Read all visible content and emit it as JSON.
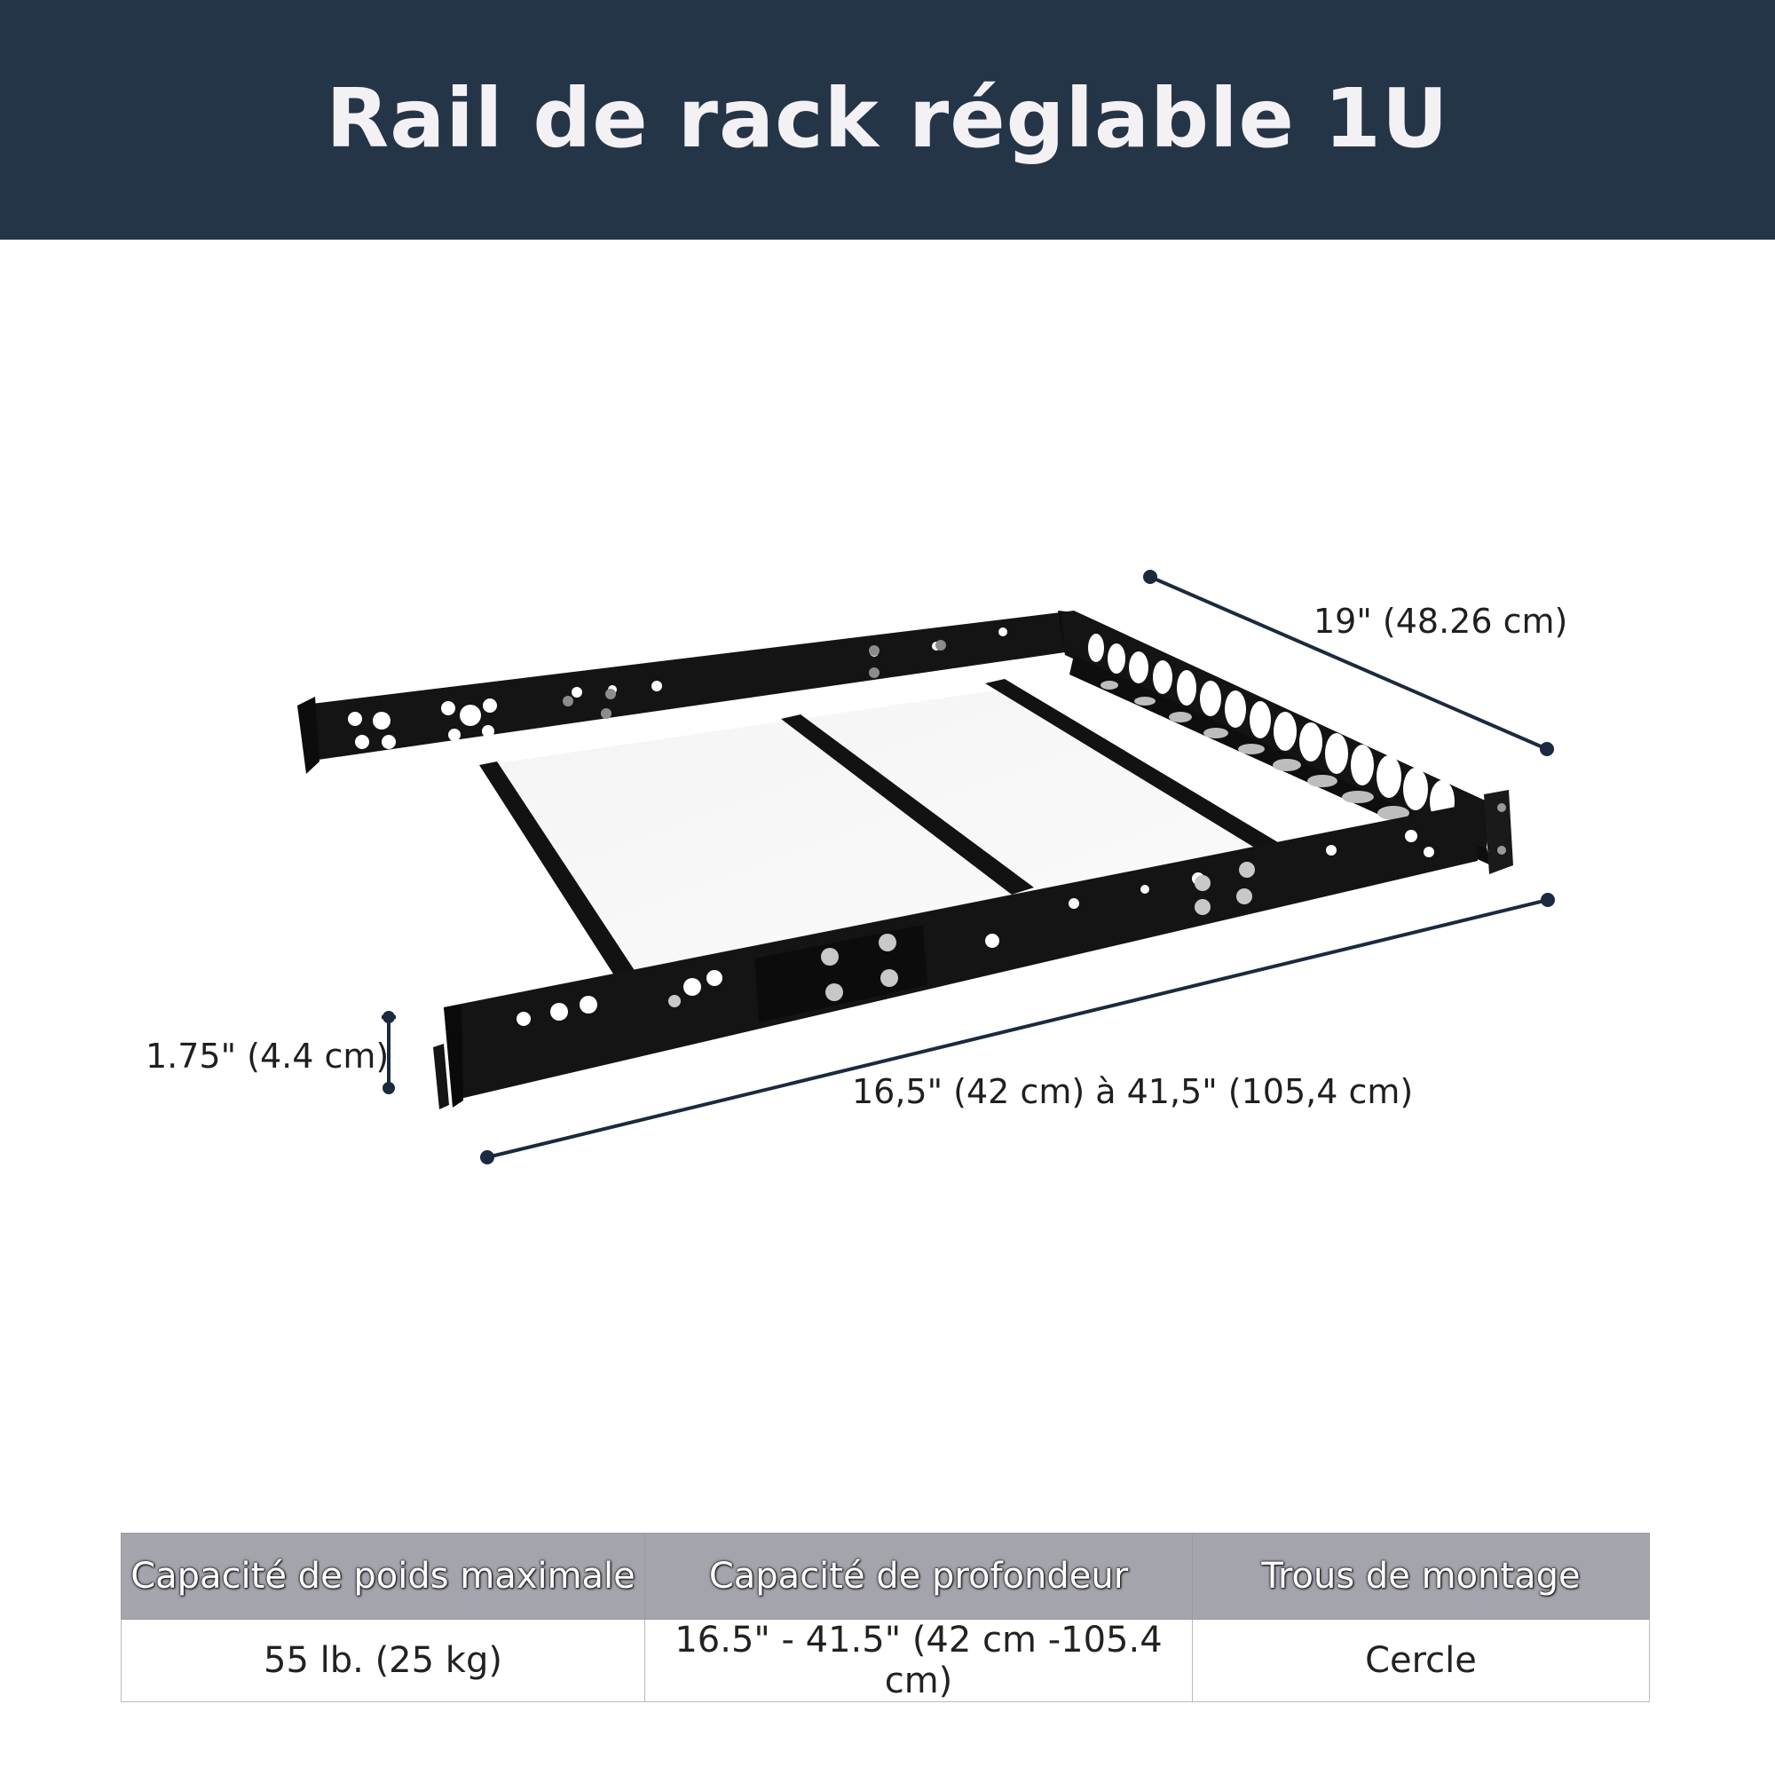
{
  "header": {
    "title": "Rail de rack réglable 1U",
    "background": "#253548"
  },
  "dimensions": {
    "width": "19\" (48.26 cm)",
    "height": "1.75\" (4.4 cm)",
    "depth": "16,5\" (42 cm) à 41,5\" (105,4 cm)",
    "line_color": "#1b2a3e"
  },
  "product": {
    "name": "rack-rail-frame",
    "color": "#141414"
  },
  "specs": {
    "headers": [
      "Capacité de poids maximale",
      "Capacité de profondeur",
      "Trous de montage"
    ],
    "row": [
      "55 lb. (25 kg)",
      "16.5\" - 41.5\" (42 cm -105.4 cm)",
      "Cercle"
    ]
  }
}
